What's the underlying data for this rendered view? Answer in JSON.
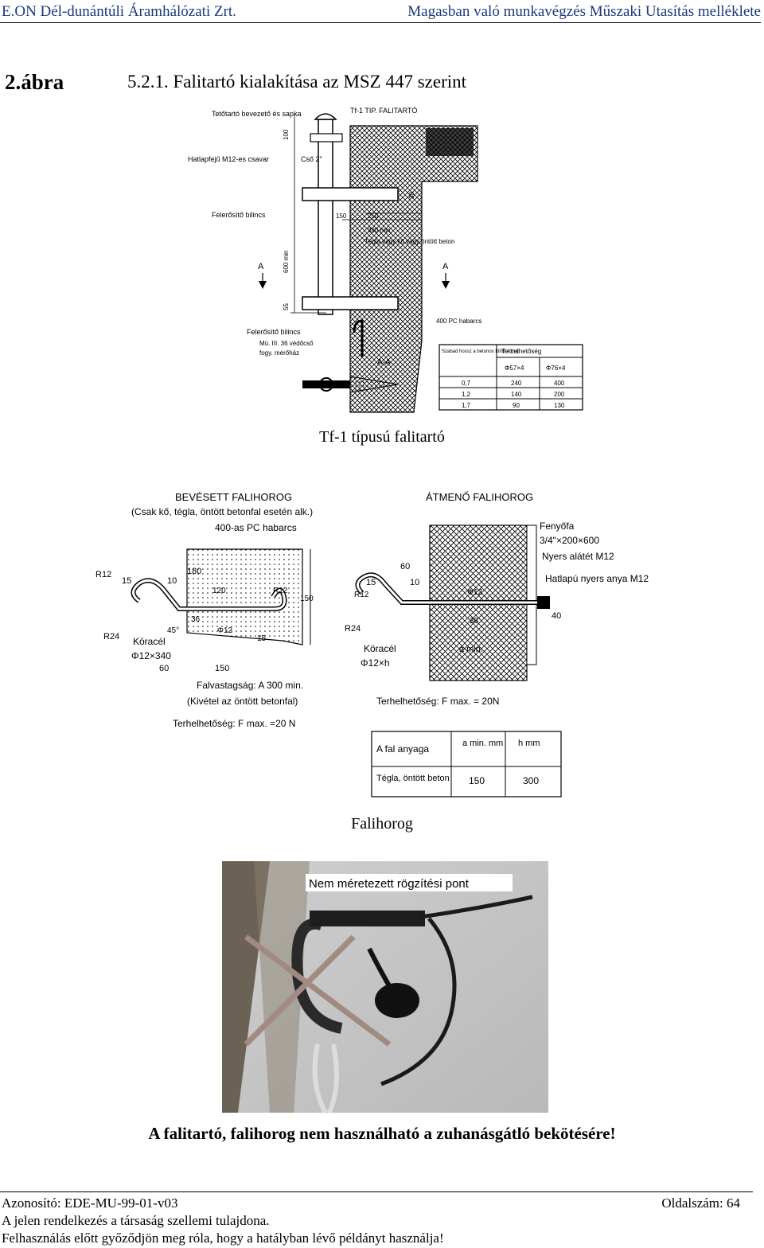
{
  "header": {
    "left": "E.ON Dél-dunántúli Áramhálózati Zrt.",
    "right": "Magasban való munkavégzés Műszaki Utasítás melléklete"
  },
  "figure": {
    "number": "2.ábra",
    "title": "5.2.1. Falitartó kialakítása az MSZ 447 szerint"
  },
  "drawing1": {
    "labels": {
      "cap_label": "Tetőtartó bevezető és sapka",
      "type_label": "Tf-1 TIP. FALITARTÓ",
      "bolt_label": "Hatlapfejű M12-es csavar",
      "pipe_label": "Cső 2\"",
      "clamp_label_top": "Felerősítő bilincs",
      "clamp_label_bottom": "Felerősítő bilincs",
      "wall_label": "Tégla vagy kő vagy öntött beton",
      "mortar_label": "400 PC habarcs",
      "pipe_protect_label": "Mü. III. 36 védőcső",
      "meter_label": "fogy. mérőház",
      "section_label": "A-A",
      "section_a": "A",
      "dim_100": "100",
      "dim_150": "150",
      "dim_250": "250",
      "dim_380": "380 min.",
      "dim_600": "600 min",
      "dim_55": "55",
      "dim_30": "30"
    },
    "table": {
      "headers": [
        "Szabad hossz a betonos fölött A (m)",
        "Terhelhetőség"
      ],
      "sub_headers": [
        "Φ57×4",
        "Φ76×4"
      ],
      "rows": [
        [
          "0,7",
          "240",
          "400"
        ],
        [
          "1,2",
          "140",
          "200"
        ],
        [
          "1,7",
          "90",
          "130"
        ]
      ]
    },
    "caption": "Tf-1 típusú falitartó"
  },
  "drawing2": {
    "left": {
      "title": "BEVÉSETT FALIHOROG",
      "subtitle": "(Csak kő, tégla, öntött betonfal esetén alk.)",
      "mortar": "400-as PC habarcs",
      "material": "Köracél",
      "size": "Φ12×340",
      "wall": "Falvastagság: A 300 min.",
      "wall_note": "(Kivétel az öntött betonfal)",
      "load": "Terhelhetőség: F max. =20 N",
      "dims": [
        "R12",
        "15",
        "10",
        "180",
        "120",
        "R24",
        "45°",
        "36",
        "Φ12",
        "R12",
        "150",
        "60",
        "150",
        "15"
      ]
    },
    "right": {
      "title": "ÁTMENŐ FALIHOROG",
      "wood": "Fenyőfa",
      "wood_size": "3/4\"×200×600",
      "washer": "Nyers alátét M12",
      "nut": "Hatlapú nyers anya M12",
      "material": "Köracél",
      "size": "Φ12×h",
      "amin": "a min.",
      "load": "Terhelhetőség: F max. = 20N",
      "dims": [
        "60",
        "15",
        "10",
        "R12",
        "Φ12",
        "36",
        "R24",
        "40"
      ]
    },
    "table": {
      "headers": [
        "A fal anyaga",
        "a min. mm",
        "h mm"
      ],
      "row": [
        "Tégla, öntött beton",
        "150",
        "300"
      ]
    },
    "caption": "Falihorog"
  },
  "photo": {
    "label": "Nem méretezett rögzítési pont",
    "caption": "A falitartó, falihorog nem használható a zuhanásgátló bekötésére!"
  },
  "footer": {
    "id": "Azonosító: EDE-MU-99-01-v03",
    "page": "Oldalszám: 64",
    "line2": "A jelen rendelkezés a társaság szellemi tulajdona.",
    "line3": "Felhasználás előtt győződjön meg róla, hogy a hatályban lévő példányt használja!"
  },
  "colors": {
    "header_text": "#1a3a7a",
    "cross_mark": "#a08a82",
    "label_box": "#ffffff"
  }
}
